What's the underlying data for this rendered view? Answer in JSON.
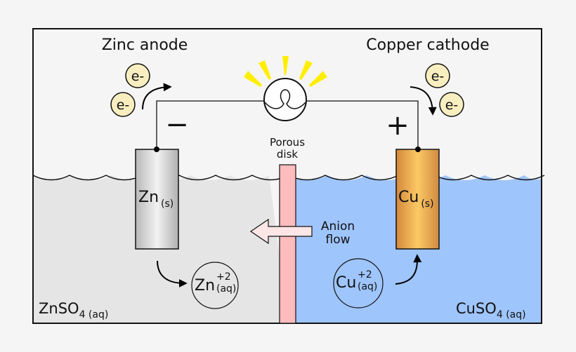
{
  "labels": {
    "anode_title": "Zinc anode",
    "cathode_title": "Copper cathode",
    "electron": "e-",
    "minus_sign": "−",
    "plus_sign": "+",
    "porous_line1": "Porous",
    "porous_line2": "disk",
    "anion_line1": "Anion",
    "anion_line2": "flow",
    "zn_electrode_main": "Zn",
    "zn_electrode_sub": "(s)",
    "cu_electrode_main": "Cu",
    "cu_electrode_sub": "(s)",
    "zn_ion_main": "Zn",
    "zn_ion_sup": "+2",
    "zn_ion_sub": "(aq)",
    "cu_ion_main": "Cu",
    "cu_ion_sup": "+2",
    "cu_ion_sub": "(aq)",
    "left_solution_main": "ZnSO",
    "left_solution_sub": "4 (aq)",
    "right_solution_main": "CuSO",
    "right_solution_sub": "4 (aq)"
  },
  "colors": {
    "background": "#f5f5f5",
    "left_solution": "#e5e5e5",
    "right_solution": "#9fc5fd",
    "porous_disk": "#ffbcbc",
    "anion_arrow_fill": "#ffe6e6",
    "electron_fill": "#f9eec0",
    "bulb_rays": "#ffee00",
    "zinc_metal": "#d0d0d0",
    "copper_metal": "#e0a050"
  }
}
